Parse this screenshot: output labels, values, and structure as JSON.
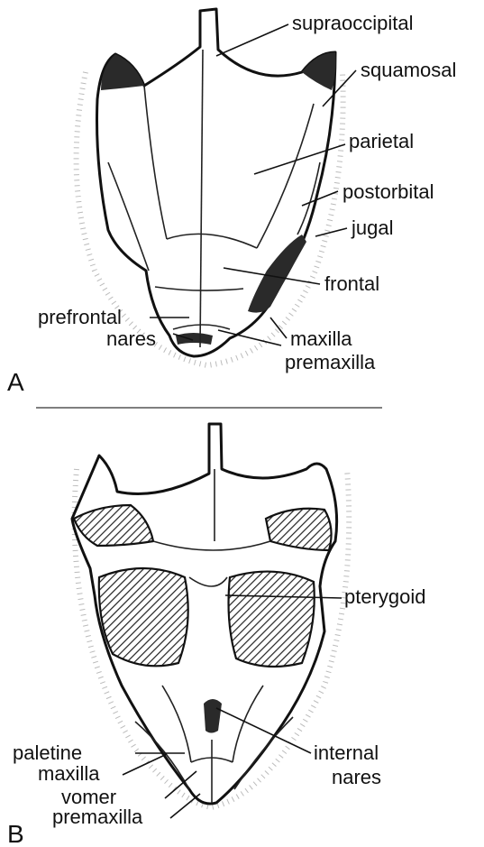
{
  "panels": {
    "a": {
      "letter": "A",
      "labels": {
        "supraoccipital": "supraoccipital",
        "squamosal": "squamosal",
        "parietal": "parietal",
        "postorbital": "postorbital",
        "jugal": "jugal",
        "frontal": "frontal",
        "prefrontal": "prefrontal",
        "maxilla": "maxilla",
        "nares": "nares",
        "premaxilla": "premaxilla"
      }
    },
    "b": {
      "letter": "B",
      "labels": {
        "pterygoid": "pterygoid",
        "paletine": "paletine",
        "internal_nares_line1": "internal",
        "internal_nares_line2": "nares",
        "maxilla": "maxilla",
        "vomer": "vomer",
        "premaxilla": "premaxilla"
      }
    }
  }
}
